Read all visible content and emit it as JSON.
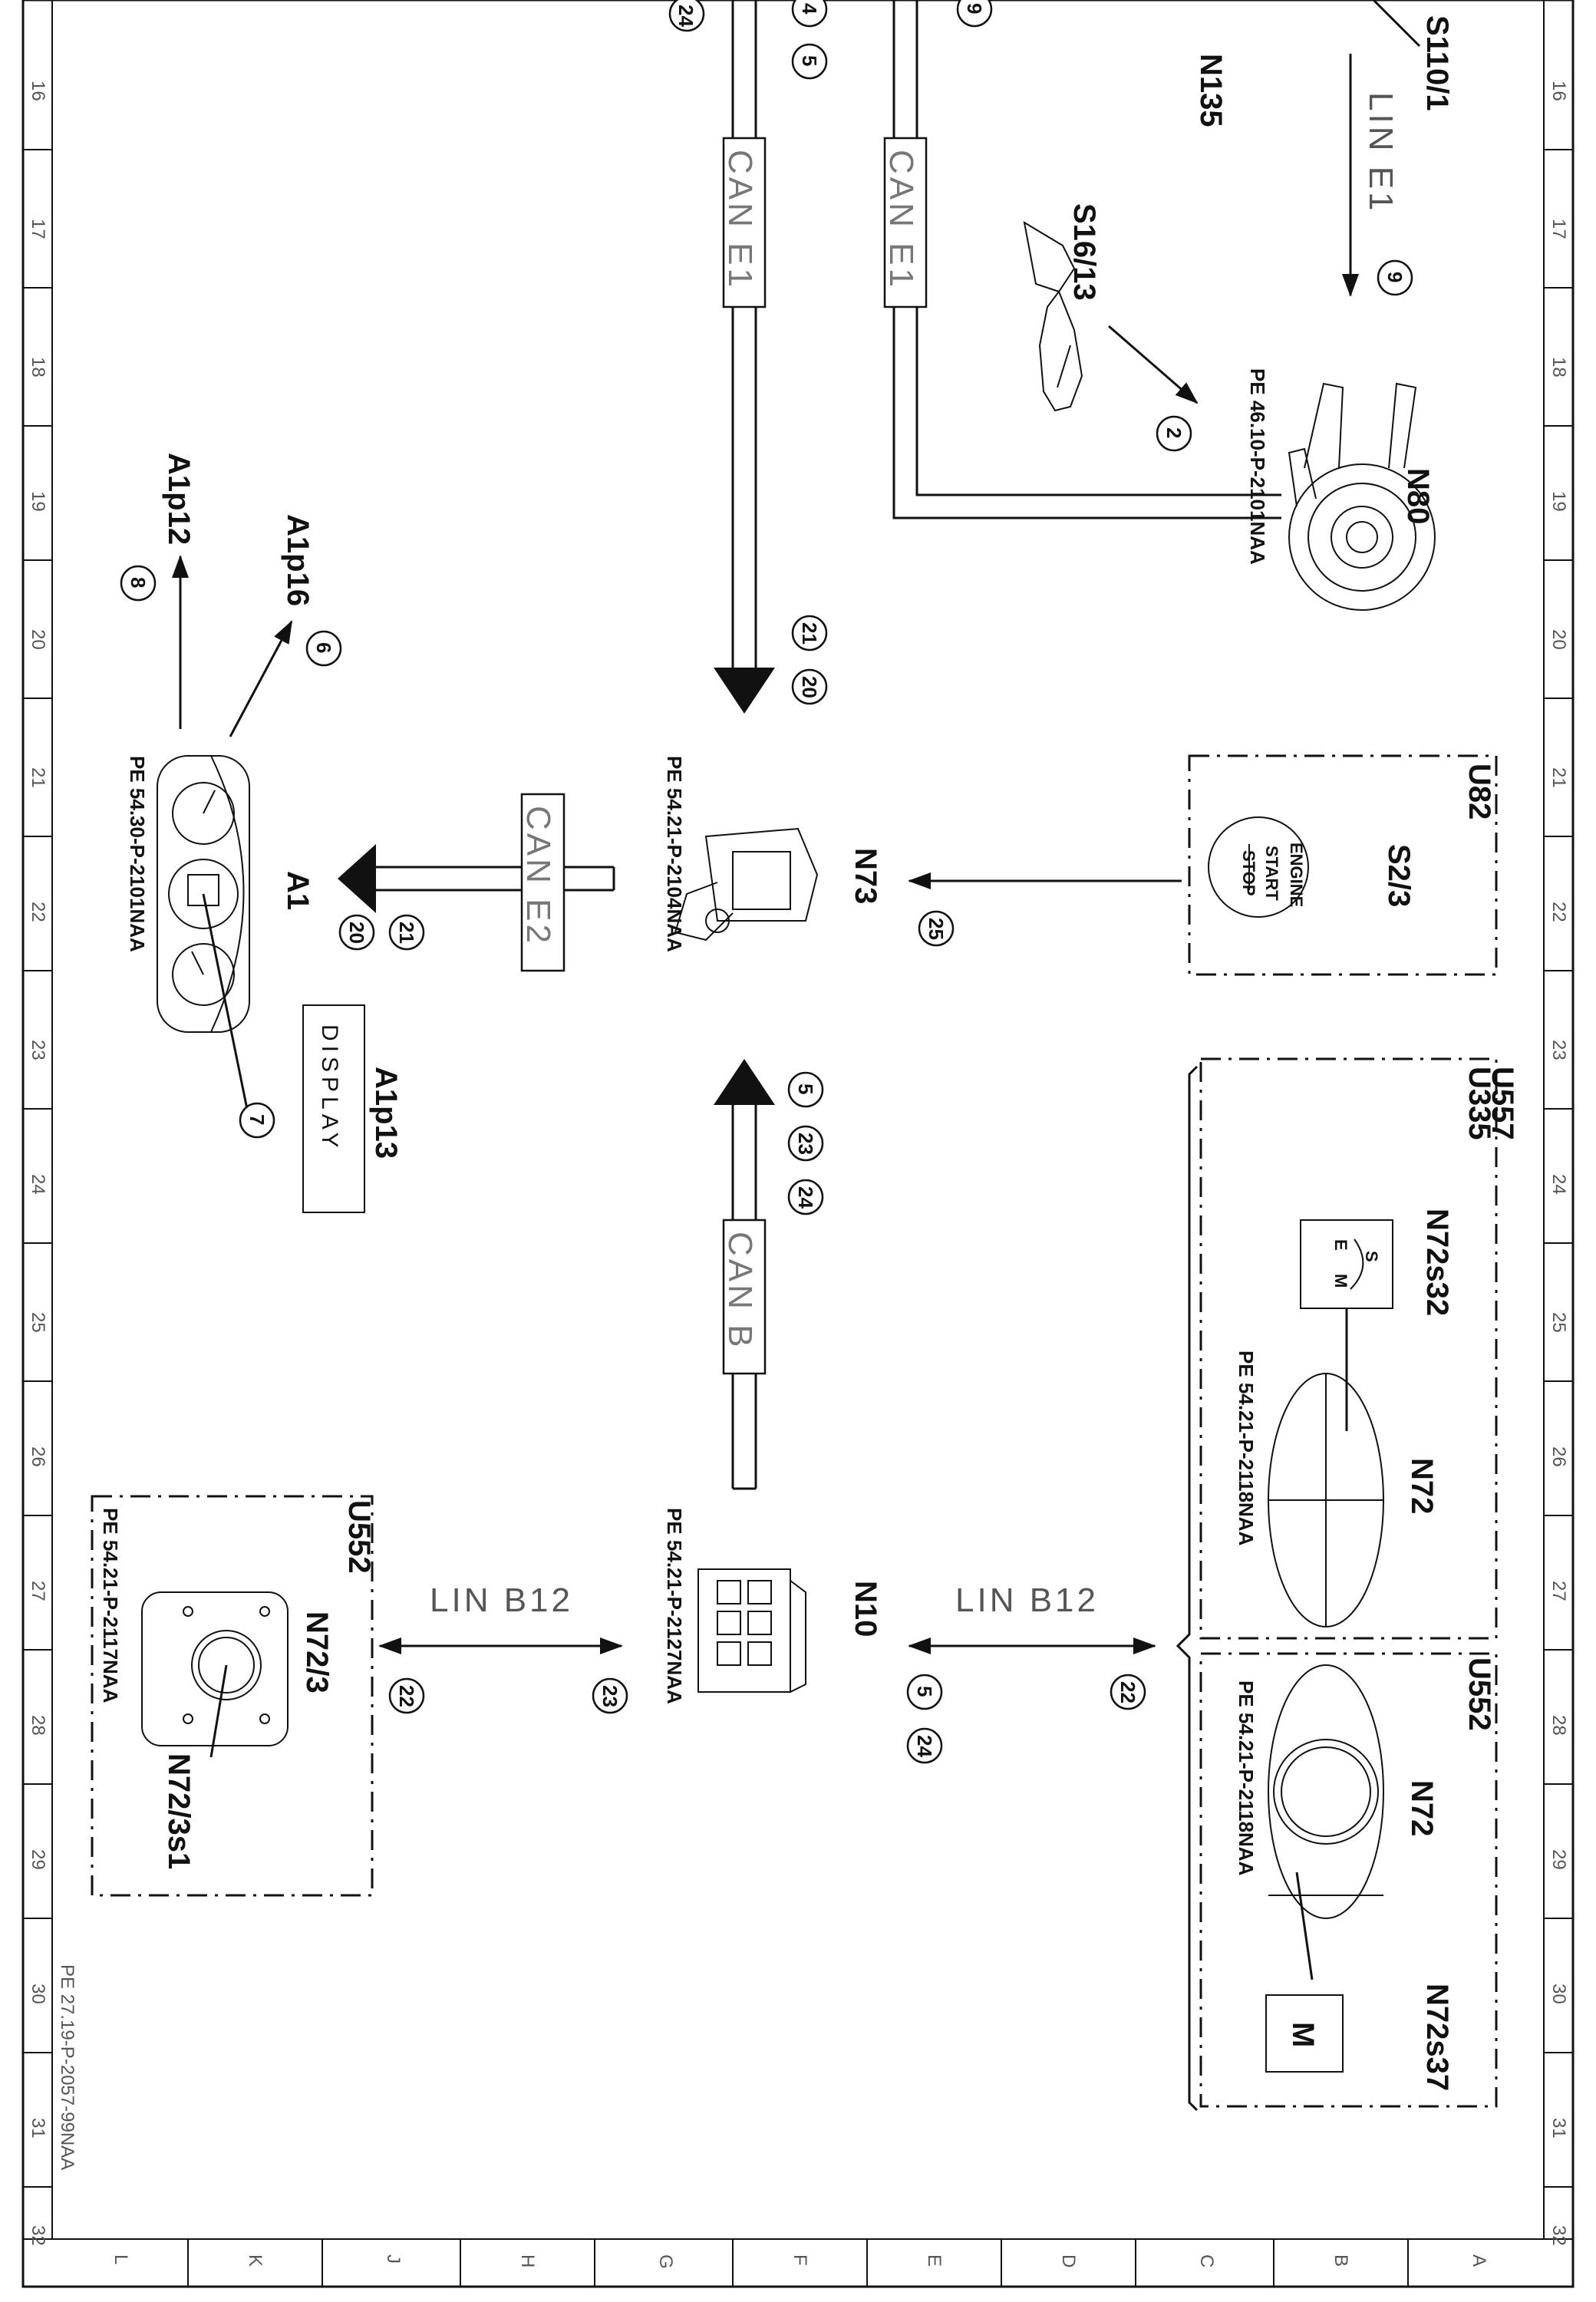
{
  "document_id": "PE 27.19-P-2057-99NAA",
  "grid": {
    "rows": [
      "16",
      "17",
      "18",
      "19",
      "20",
      "21",
      "22",
      "23",
      "24",
      "25",
      "26",
      "27",
      "28",
      "29",
      "30",
      "31",
      "32"
    ],
    "cols": [
      "L",
      "K",
      "J",
      "H",
      "G",
      "F",
      "E",
      "D",
      "C",
      "B",
      "A"
    ]
  },
  "buses": {
    "can_e1_a": "CAN E1",
    "can_e1_b": "CAN E1",
    "can_e2": "CAN E2",
    "can_b": "CAN B",
    "lin_e1": "LIN E1",
    "lin_b12_left": "LIN B12",
    "lin_b12_right": "LIN B12"
  },
  "components": {
    "s110_1": "S110/1",
    "n135": "N135",
    "s16_13": "S16/13",
    "n80": "N80",
    "n80_ref": "PE 46.10-P-2101NAA",
    "a1p12": "A1p12",
    "a1p16": "A1p16",
    "a1": "A1",
    "a1_ref": "PE 54.30-P-2101NAA",
    "a1p13": "A1p13",
    "display": "DISPLAY",
    "n73": "N73",
    "n73_ref": "PE 54.21-P-2104NAA",
    "u82": "U82",
    "s2_3": "S2/3",
    "engine": "ENGINE",
    "start": "START",
    "stop": "STOP",
    "u557": "U557",
    "u335": "U335",
    "n72s32": "N72s32",
    "n72_top": "N72",
    "n72_top_ref": "PE 54.21-P-2118NAA",
    "u552_right": "U552",
    "n72_bottom": "N72",
    "n72_bottom_ref": "PE 54.21-P-2118NAA",
    "n72s37": "N72s37",
    "m_key": "M",
    "n10": "N10",
    "n10_ref": "PE 54.21-P-2127NAA",
    "u552_left": "U552",
    "n72_3": "N72/3",
    "n72_3s1": "N72/3s1",
    "n72_3_ref": "PE 54.21-P-2117NAA",
    "sme_s": "S",
    "sme_m": "M",
    "sme_e": "E"
  },
  "signals": {
    "s24_top": "24",
    "s4_top": "4",
    "s5_top": "5",
    "s9_top": "9",
    "s9_lin": "9",
    "s2": "2",
    "s21_top": "21",
    "s20_top": "20",
    "s8": "8",
    "s6": "6",
    "s21_mid": "21",
    "s20_mid": "20",
    "s7": "7",
    "s25": "25",
    "s5_canb": "5",
    "s23_canb": "23",
    "s24_canb": "24",
    "s22_left": "22",
    "s23_left": "23",
    "s5_right": "5",
    "s24_right": "24",
    "s22_right": "22"
  }
}
